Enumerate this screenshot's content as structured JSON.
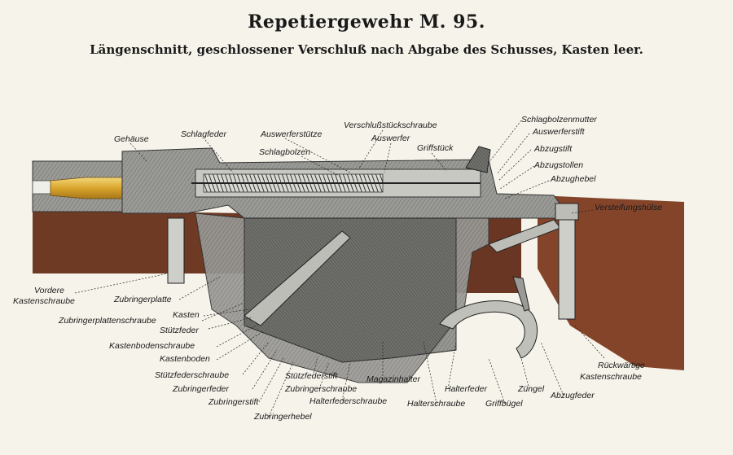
{
  "title": "Repetiergewehr M. 95.",
  "subtitle": "Längenschnitt, geschlossener Verschluß nach Abgabe des Schusses, Kasten leer.",
  "labels": {
    "gehaeuse": "Gehäuse",
    "schlagfeder": "Schlagfeder",
    "auswerferstuetze": "Auswerferstütze",
    "schlagbolzen": "Schlagbolzen",
    "verschlussstueckschraube": "Verschlußstückschraube",
    "auswerfer": "Auswerfer",
    "griffstueck": "Griffstück",
    "schlagbolzenmutter": "Schlagbolzenmutter",
    "auswerferstift": "Auswerferstift",
    "abzugstift": "Abzugstift",
    "abzugstollen": "Abzugstollen",
    "abzughebel": "Abzughebel",
    "versteifungshuelse": "Versteifungshülse",
    "vordere_kastenschraube_1": "Vordere",
    "vordere_kastenschraube_2": "Kastenschraube",
    "zubringerplatte": "Zubringerplatte",
    "zubringerplattenschraube": "Zubringerplattenschraube",
    "kasten": "Kasten",
    "stuetzfeder": "Stützfeder",
    "kastenbodenschraube": "Kastenbodenschraube",
    "kastenboden": "Kastenboden",
    "stuetzfederschraube": "Stützfederschraube",
    "zubringerfeder": "Zubringerfeder",
    "zubringerstift": "Zubringerstift",
    "zubringerhebel": "Zubringerhebel",
    "stuetzfederstift": "Stützfederstift",
    "zubringerschraube": "Zubringerschraube",
    "halterfederschraube": "Halterfederschraube",
    "magazinhalter": "Magazinhalter",
    "halterschraube": "Halterschraube",
    "halterfeder": "Halterfeder",
    "griffbuegel": "Griffbügel",
    "zuengel": "Züngel",
    "abzugfeder": "Abzugfeder",
    "rueckwaertige_kastenschraube_1": "Rückwärtige",
    "rueckwaertige_kastenschraube_2": "Kastenschraube"
  }
}
